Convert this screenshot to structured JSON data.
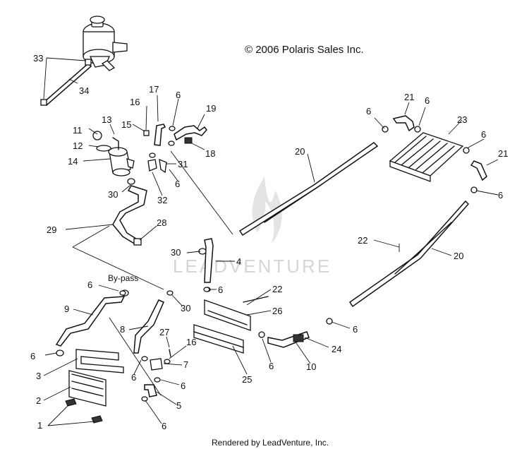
{
  "copyright": "© 2006 Polaris Sales Inc.",
  "footer": "Rendered by LeadVenture, Inc.",
  "watermark": "LEADVENTURE",
  "bypass_note": "By-pass",
  "callouts": [
    {
      "id": "c33",
      "text": "33"
    },
    {
      "id": "c34",
      "text": "34"
    },
    {
      "id": "c13",
      "text": "13"
    },
    {
      "id": "c11",
      "text": "11"
    },
    {
      "id": "c12",
      "text": "12"
    },
    {
      "id": "c14",
      "text": "14"
    },
    {
      "id": "c15",
      "text": "15"
    },
    {
      "id": "c16a",
      "text": "16"
    },
    {
      "id": "c17",
      "text": "17"
    },
    {
      "id": "c6a",
      "text": "6"
    },
    {
      "id": "c19",
      "text": "19"
    },
    {
      "id": "c18",
      "text": "18"
    },
    {
      "id": "c31",
      "text": "31"
    },
    {
      "id": "c6b",
      "text": "6"
    },
    {
      "id": "c32",
      "text": "32"
    },
    {
      "id": "c30a",
      "text": "30"
    },
    {
      "id": "c29",
      "text": "29"
    },
    {
      "id": "c28",
      "text": "28"
    },
    {
      "id": "c20a",
      "text": "20"
    },
    {
      "id": "c6c",
      "text": "6"
    },
    {
      "id": "c21a",
      "text": "21"
    },
    {
      "id": "c6d",
      "text": "6"
    },
    {
      "id": "c23",
      "text": "23"
    },
    {
      "id": "c6e",
      "text": "6"
    },
    {
      "id": "c21b",
      "text": "21"
    },
    {
      "id": "c6f",
      "text": "6"
    },
    {
      "id": "c22a",
      "text": "22"
    },
    {
      "id": "c20b",
      "text": "20"
    },
    {
      "id": "c30b",
      "text": "30"
    },
    {
      "id": "c4",
      "text": "4"
    },
    {
      "id": "c6g",
      "text": "6"
    },
    {
      "id": "c22b",
      "text": "22"
    },
    {
      "id": "c26",
      "text": "26"
    },
    {
      "id": "c6h",
      "text": "6"
    },
    {
      "id": "c30c",
      "text": "30"
    },
    {
      "id": "c9",
      "text": "9"
    },
    {
      "id": "c8",
      "text": "8"
    },
    {
      "id": "c27",
      "text": "27"
    },
    {
      "id": "c16b",
      "text": "16"
    },
    {
      "id": "c7",
      "text": "7"
    },
    {
      "id": "c6i",
      "text": "6"
    },
    {
      "id": "c6j",
      "text": "6"
    },
    {
      "id": "c6k",
      "text": "6"
    },
    {
      "id": "c3",
      "text": "3"
    },
    {
      "id": "c2",
      "text": "2"
    },
    {
      "id": "c1",
      "text": "1"
    },
    {
      "id": "c5",
      "text": "5"
    },
    {
      "id": "c6l",
      "text": "6"
    },
    {
      "id": "c25",
      "text": "25"
    },
    {
      "id": "c6m",
      "text": "6"
    },
    {
      "id": "c10",
      "text": "10"
    },
    {
      "id": "c24",
      "text": "24"
    },
    {
      "id": "c6n",
      "text": "6"
    }
  ]
}
